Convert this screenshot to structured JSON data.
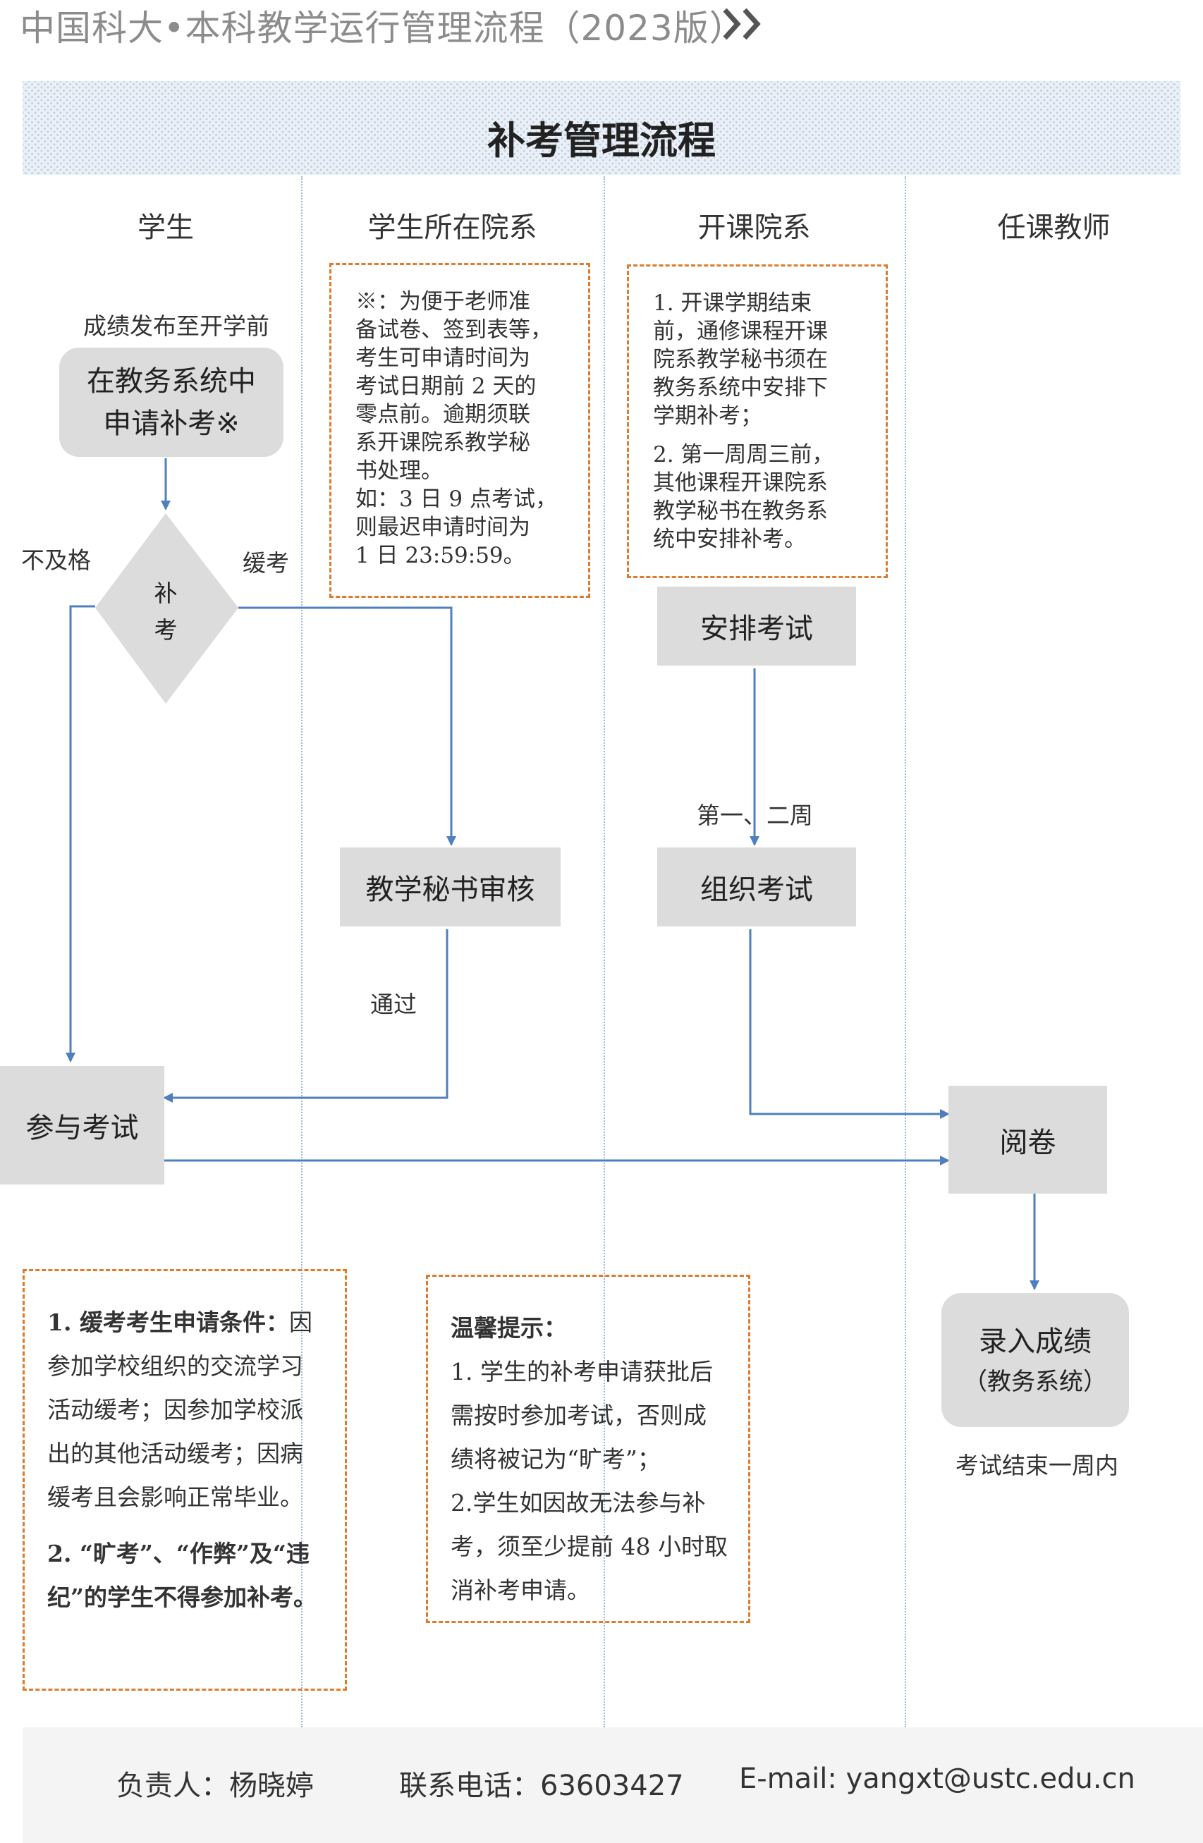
{
  "header": {
    "title": "中国科大•本科教学运行管理流程（2023版）"
  },
  "banner": {
    "title": "补考管理流程"
  },
  "lanes": [
    "学生",
    "学生所在院系",
    "开课院系",
    "任课教师"
  ],
  "nodes": {
    "apply_caption": "成绩发布至开学前",
    "apply_line1": "在教务系统中",
    "apply_line2": "申请补考※",
    "decision_line1": "补",
    "decision_line2": "考",
    "label_fail": "不及格",
    "label_defer": "缓考",
    "review": "教学秘书审核",
    "label_pass": "通过",
    "take_exam": "参与考试",
    "arrange": "安排考试",
    "label_week": "第一、二周",
    "organize": "组织考试",
    "grade": "阅卷",
    "record_line1": "录入成绩",
    "record_line2": "（教务系统）",
    "record_caption": "考试结束一周内"
  },
  "notes": {
    "dept_note": [
      "※：为便于老师准",
      "备试卷、签到表等，",
      "考生可申请时间为",
      "考试日期前 2 天的",
      "零点前。逾期须联",
      "系开课院系教学秘",
      "书处理。",
      "如：3 日 9 点考试，",
      "则最迟申请时间为",
      "1 日 23:59:59。"
    ],
    "course_note_1": [
      "1. 开课学期结束",
      "前，通修课程开课",
      "院系教学秘书须在",
      "教务系统中安排下",
      "学期补考；"
    ],
    "course_note_2": [
      "2. 第一周周三前，",
      "其他课程开课院系",
      "教学秘书在教务系",
      "统中安排补考。"
    ],
    "conditions_1_bold": "1. 缓考考生申请条件：",
    "conditions_1_lines": [
      "因",
      "参加学校组织的交流学习",
      "活动缓考；因参加学校派",
      "出的其他活动缓考；因病",
      "缓考且会影响正常毕业。"
    ],
    "conditions_2_lines": [
      "2. “旷考”、“作弊”及“违",
      "纪”的学生不得参加补考。"
    ],
    "tips_title": "温馨提示：",
    "tips_lines": [
      "1. 学生的补考申请获批后",
      "需按时参加考试，否则成",
      "绩将被记为“旷考”；",
      "2.学生如因故无法参与补",
      "考，须至少提前 48 小时取",
      "消补考申请。"
    ]
  },
  "footer": {
    "owner": "负责人：杨晓婷",
    "phone": "联系电话：63603427",
    "email": "E-mail: yangxt@ustc.edu.cn"
  },
  "colors": {
    "arrow": "#4f7fbf",
    "node": "#dcdcdc",
    "note_border": "#e07a2a"
  }
}
